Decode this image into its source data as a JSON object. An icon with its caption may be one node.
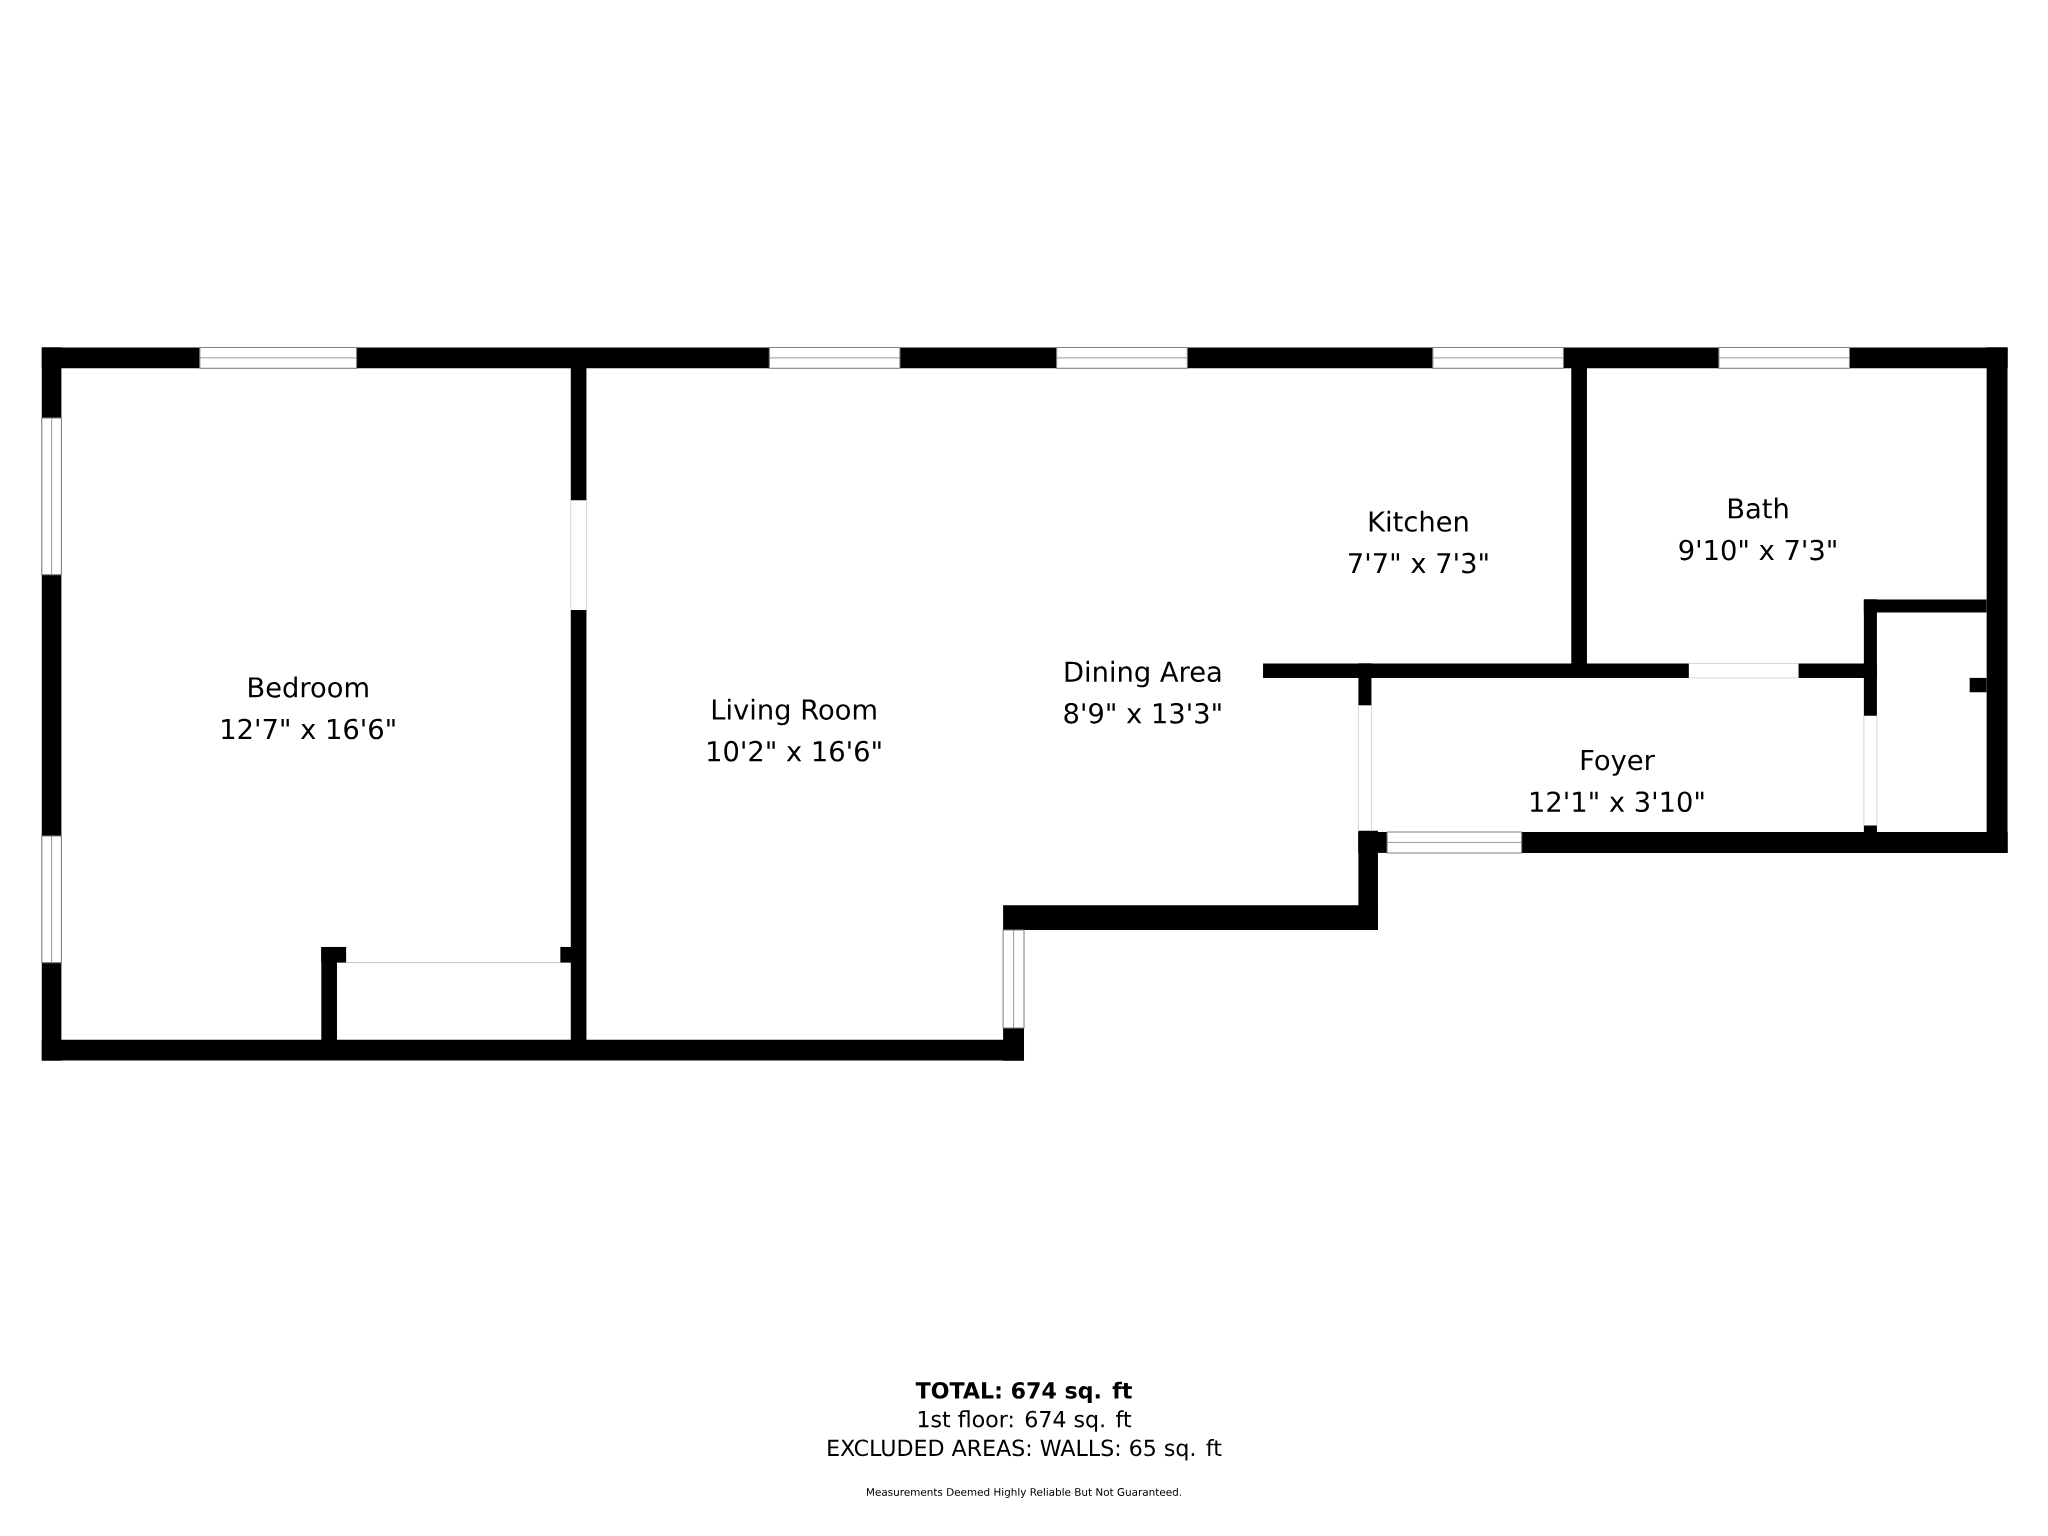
{
  "diagram": {
    "nodes": [
      {
        "text": [
          "Bedroom",
          "12'7\" x 16'6\""
        ]
      },
      {
        "text": [
          "Living Room",
          "10'2\" x 16'6\""
        ]
      },
      {
        "text": [
          "Dining Area",
          "8'9\" x 13'3\""
        ]
      },
      {
        "text": [
          "Kitchen",
          "7'7\" x 7'3\""
        ]
      },
      {
        "text": [
          "Bath",
          "9'10\" x 7'3\""
        ]
      },
      {
        "text": [
          "Foyer",
          "12'1\" x 3'10\""
        ]
      }
    ],
    "labels": [
      "TOTAL: 674 sq. ft",
      "1st floor: 674 sq. ft",
      "EXCLUDED AREAS: WALLS: 65 sq. ft",
      "Measurements Deemed Highly Reliable But Not Guaranteed."
    ]
  }
}
